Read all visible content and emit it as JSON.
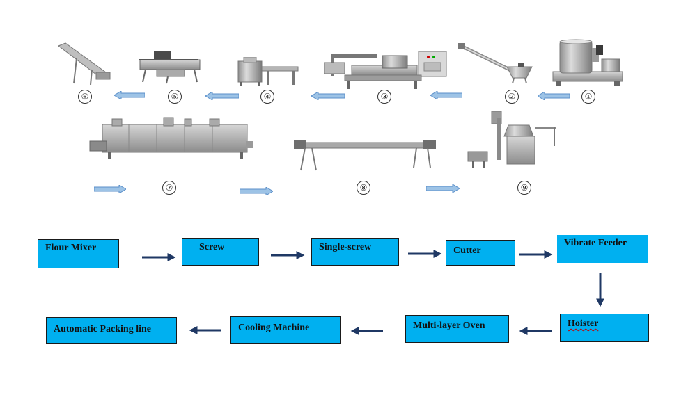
{
  "machines": [
    {
      "id": "m1",
      "number": "①"
    },
    {
      "id": "m2",
      "number": "②"
    },
    {
      "id": "m3",
      "number": "③"
    },
    {
      "id": "m4",
      "number": "④"
    },
    {
      "id": "m5",
      "number": "⑤"
    },
    {
      "id": "m6",
      "number": "⑥"
    },
    {
      "id": "m7",
      "number": "⑦"
    },
    {
      "id": "m8",
      "number": "⑧"
    },
    {
      "id": "m9",
      "number": "⑨"
    }
  ],
  "flow": [
    {
      "id": "flour-mixer",
      "label": "Flour Mixer"
    },
    {
      "id": "screw",
      "label": "Screw"
    },
    {
      "id": "single-screw",
      "label": "Single-screw"
    },
    {
      "id": "cutter",
      "label": "Cutter"
    },
    {
      "id": "vibrate-feeder",
      "label": "Vibrate Feeder"
    },
    {
      "id": "hoister",
      "label": "Hoister"
    },
    {
      "id": "multi-layer-oven",
      "label": "Multi-layer Oven"
    },
    {
      "id": "cooling-machine",
      "label": "Cooling Machine"
    },
    {
      "id": "automatic-packing-line",
      "label": "Automatic Packing line"
    }
  ],
  "colors": {
    "box_fill": "#00b0f0",
    "flow_arrow": "#1f3864",
    "picture_arrow_fill": "#9dc3e6",
    "picture_arrow_stroke": "#5b8fc9",
    "machine_steel": "#b8b8b8"
  }
}
